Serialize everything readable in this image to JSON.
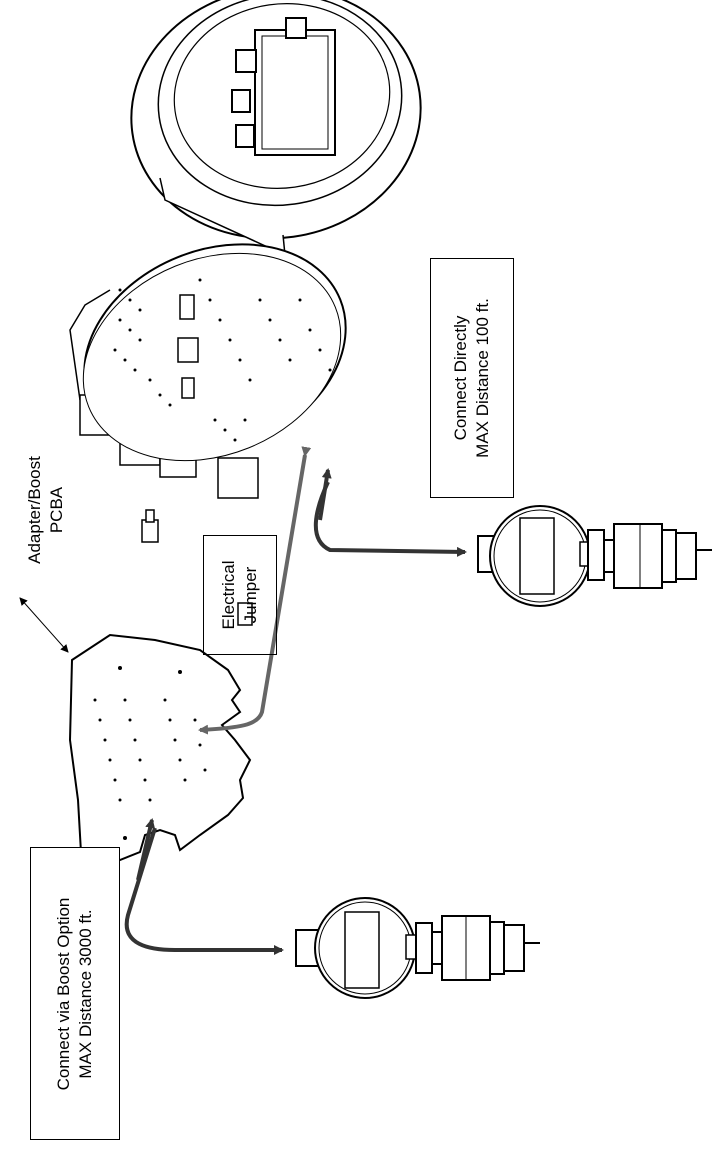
{
  "labels": {
    "adapter_line1": "Adapter/Boost",
    "adapter_line2": "PCBA",
    "jumper_line1": "Electrical",
    "jumper_line2": "Jumper",
    "direct_line1": "Connect Directly",
    "direct_line2": "MAX Distance 100 ft.",
    "boost_line1": "Connect via Boost Option",
    "boost_line2": "MAX Distance 3000 ft."
  },
  "colors": {
    "line": "#000000",
    "arrow": "#333333",
    "jumper_arrow": "#666666",
    "background": "#ffffff"
  }
}
